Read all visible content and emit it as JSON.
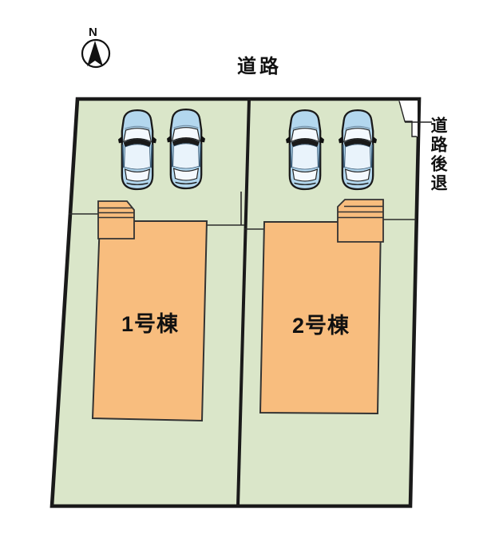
{
  "diagram": {
    "type": "site-plan",
    "compass": {
      "north_label": "N"
    },
    "road_label": "道路",
    "setback_label": "道路後退",
    "lots": [
      {
        "building_label": "1号棟",
        "parked_cars": 2,
        "has_entrance_steps": true
      },
      {
        "building_label": "2号棟",
        "parked_cars": 2,
        "has_entrance_steps": true
      }
    ],
    "colors": {
      "background": "#ffffff",
      "site_fill": "#dae6c9",
      "building_fill": "#f8bd7e",
      "outline": "#1a1a1a",
      "car_body": "#b3d7ee",
      "car_glass": "#f4f9fe"
    }
  }
}
